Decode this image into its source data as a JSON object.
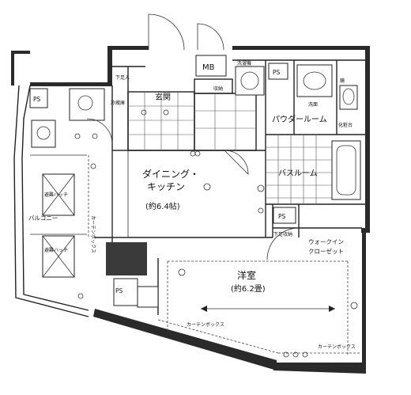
{
  "rooms": {
    "dining_kitchen": {
      "name_line1": "ダイニング・",
      "name_line2": "キッチン",
      "area": "(約6.4帖)"
    },
    "western": {
      "name": "洋室",
      "area": "(約6.2畳)"
    },
    "entrance": "玄関",
    "powder_room": "パウダールーム",
    "bathroom": "バスルーム",
    "balcony": "バルコニー",
    "walk_in_closet_line1": "ウォークイン",
    "walk_in_closet_line2": "クローゼット"
  },
  "labels": {
    "mb": "MB",
    "ps": [
      "PS",
      "PS",
      "PS",
      "PS"
    ],
    "escape_hatch": [
      "避難ハッチ",
      "避難ハッチ"
    ],
    "curtain_box": [
      "カーテンボックス",
      "カーテンボックス"
    ],
    "curtain_box_top": "カーテンボックス",
    "lower_storage": "下足入",
    "storage": "収納",
    "lower_storage_room": "下足収納",
    "fridge": "冷蔵庫",
    "laundry": "洗濯機",
    "wb": "洗面",
    "mirror": "鏡",
    "dressing": "化粧台"
  }
}
